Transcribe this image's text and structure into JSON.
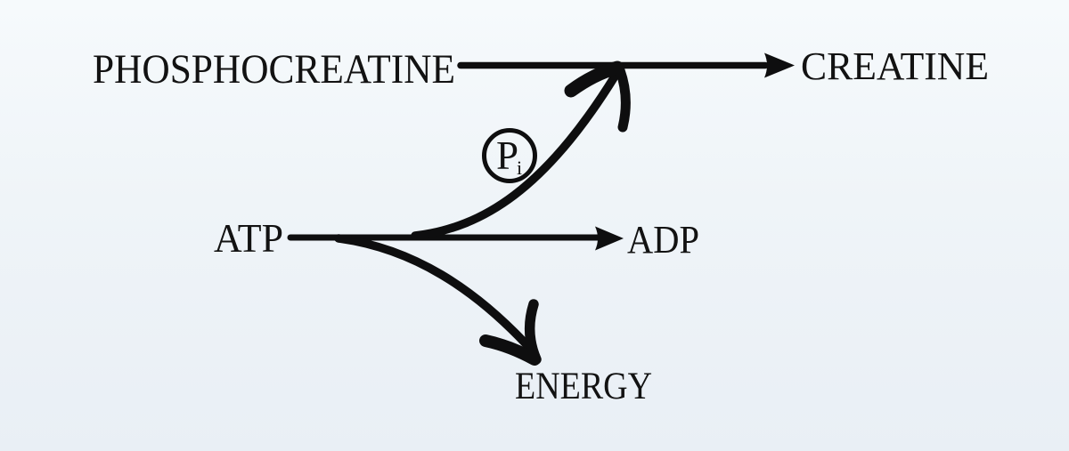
{
  "colors": {
    "ink": "#0e0e0f",
    "background_top": "#f6fafc",
    "background_bottom": "#e9eff5"
  },
  "diagram": {
    "phosphocreatine_label": "PHOSPHOCREATINE",
    "creatine_label": "CREATINE",
    "atp_label": "ATP",
    "adp_label": "ADP",
    "energy_label": "ENERGY",
    "phosphate_symbol": "P",
    "phosphate_subscript": "i",
    "reactions": [
      {
        "from": "PHOSPHOCREATINE",
        "to": "CREATINE",
        "arrow": "straight"
      },
      {
        "from": "ATP",
        "to": "ADP",
        "arrow": "straight"
      },
      {
        "from": "ATP",
        "to": "PHOSPHOCREATINE-CREATINE arrow",
        "released": "Pi",
        "arrow": "curved-up"
      },
      {
        "from": "ATP",
        "to": "ENERGY",
        "arrow": "curved-down"
      }
    ]
  }
}
